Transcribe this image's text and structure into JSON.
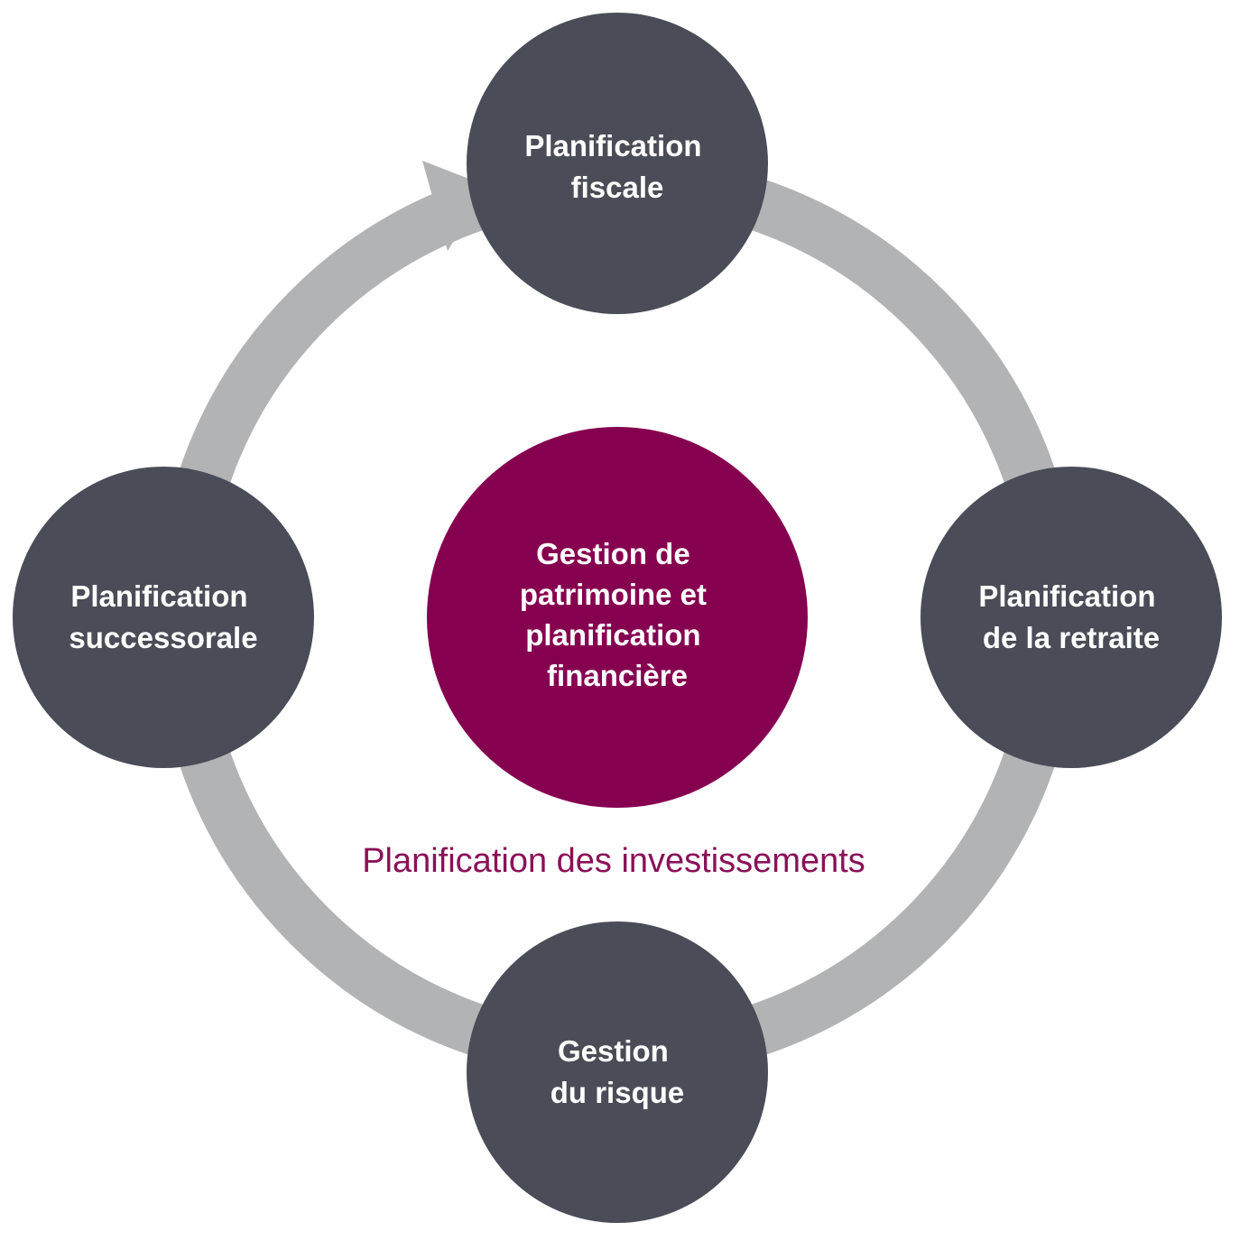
{
  "diagram": {
    "center": {
      "lines": [
        "Gestion de",
        "patrimoine et",
        "planification",
        "financière"
      ]
    },
    "nodes": {
      "top": {
        "lines": [
          "Planification",
          "fiscale"
        ]
      },
      "right": {
        "lines": [
          "Planification",
          "de la retraite"
        ]
      },
      "bottom": {
        "lines": [
          "Gestion",
          "du risque"
        ]
      },
      "left": {
        "lines": [
          "Planification",
          "successorale"
        ]
      }
    },
    "caption": "Planification des investissements"
  },
  "colors": {
    "node": "#4a4d57",
    "center": "#860050",
    "ring": "#b1b3b5",
    "caption": "#8a1158",
    "text": "#ffffff"
  }
}
